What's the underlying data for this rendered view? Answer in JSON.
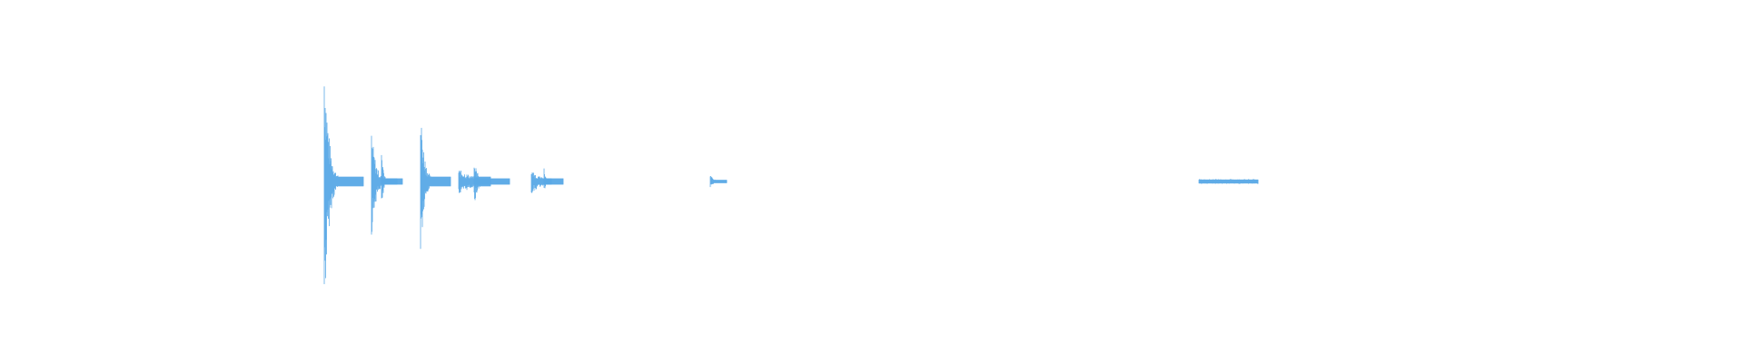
{
  "colors": {
    "background": "#ffffff",
    "waveform": "#5aa9e6"
  },
  "chart_data": {
    "type": "area",
    "title": "",
    "xlabel": "",
    "ylabel": "",
    "grid": false,
    "legend": "none",
    "xlim": [
      0,
      1920
    ],
    "ylim": [
      -1,
      1
    ],
    "series": [
      {
        "bursts": [
          {
            "x": [
              357,
              400
            ],
            "peak_pos": 0.91,
            "peak_neg": 0.92,
            "decay": 9,
            "floor": 0.03
          },
          {
            "x": [
              409,
              443
            ],
            "peak_pos": 0.34,
            "peak_neg": 0.36,
            "decay": 7,
            "floor": 0.02
          },
          {
            "x": [
              420,
              437
            ],
            "peak_pos": 0.26,
            "peak_neg": 0.24,
            "decay": 8,
            "floor": 0.02
          },
          {
            "x": [
              463,
              496
            ],
            "peak_pos": 0.51,
            "peak_neg": 0.52,
            "decay": 8,
            "floor": 0.03
          },
          {
            "x": [
              505,
              561
            ],
            "peak_pos": 0.08,
            "peak_neg": 0.09,
            "decay": 3,
            "floor": 0.02
          },
          {
            "x": [
              522,
              540
            ],
            "peak_pos": 0.14,
            "peak_neg": 0.15,
            "decay": 4,
            "floor": 0.03
          },
          {
            "x": [
              585,
              620
            ],
            "peak_pos": 0.07,
            "peak_neg": 0.08,
            "decay": 3,
            "floor": 0.02
          },
          {
            "x": [
              599,
              607
            ],
            "peak_pos": 0.09,
            "peak_neg": 0.08,
            "decay": 4,
            "floor": 0.02
          },
          {
            "x": [
              782,
              800
            ],
            "peak_pos": 0.04,
            "peak_neg": 0.04,
            "decay": 4,
            "floor": 0.01
          },
          {
            "x": [
              1320,
              1385
            ],
            "peak_pos": 0.015,
            "peak_neg": 0.015,
            "decay": 0,
            "floor": 0.012
          }
        ]
      }
    ]
  }
}
